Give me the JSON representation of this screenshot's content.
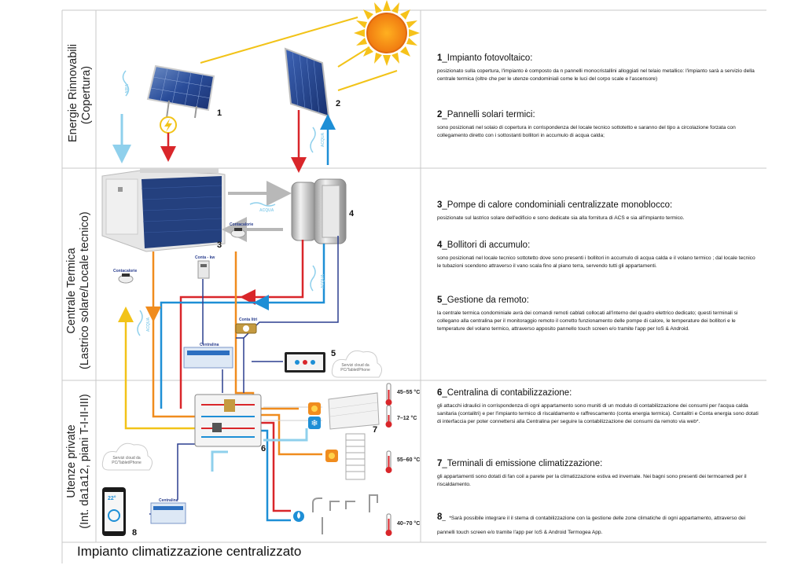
{
  "sections": {
    "roof": {
      "line1": "Energie Rinnovabili",
      "line2": "(Copertura)"
    },
    "plant": {
      "line1": "Centrale Termica",
      "line2": "(Lastrico solare/Locale tecnico)"
    },
    "users": {
      "line1": "Utenze private",
      "line2": "(Int. da1a12, piani T-I-II-III)"
    }
  },
  "numbers": [
    "1",
    "2",
    "3",
    "4",
    "5",
    "6",
    "7",
    "8"
  ],
  "labels": {
    "aria1": "ARIA",
    "acqua1": "ACQUA",
    "acqua2": "ACQUA",
    "acqua3": "ACQUA",
    "acqua4": "ACQUA",
    "contacalorie1": "Contacalorie",
    "contacalorie2": "Contacalorie",
    "conta_kw": "Conta - kw",
    "conta_litri": "Conta litri",
    "centralina1": "Centralina",
    "centralina2": "Centralina",
    "cloud1": "Servizi cloud da PC/Tablet/Phone",
    "cloud2": "Servizi cloud da PC/Tablet/Phone",
    "phone_value": "22°"
  },
  "temps": [
    "45–55 °C",
    "7–12 °C",
    "55–60 °C",
    "40–70 °C"
  ],
  "items": [
    {
      "num": "1",
      "title": "_Impianto fotovoltaico:",
      "text": "posizionato sulla copertura, l'impianto è composto da n pannelli  monocristallini alloggiati nel telaio metallico: l'impianto sarà a servizio della centrale termica (oltre che per le utenze condominiali come le luci del corpo scale e l'ascensore)"
    },
    {
      "num": "2",
      "title": "_Pannelli solari termici:",
      "text": "sono posizionati nel solaio di copertura in corrispondenza del locale tecnico sottotetto e saranno del tipo a circolazione forzata con collegamento diretto con i sottostanti bollitori in accumulo di acqua calda;"
    },
    {
      "num": "3",
      "title": "_Pompe di calore condominiali centralizzate monoblocco:",
      "text": "posizionate sul lastrico solare dell'edificio e sono dedicate sia alla fornitura di ACS e sia all'impianto termico."
    },
    {
      "num": "4",
      "title": "_Bollitori di accumulo:",
      "text": "sono posizionati nel locale tecnico sottotetto dove sono presenti i bollitori in accumulo di acqua calda  e il volano termico ; dal locale tecnico le tubazioni scendono attraverso il vano scala fino al piano terra, servendo tutti gli appartamenti."
    },
    {
      "num": "5",
      "title": "_Gestione da remoto:",
      "text": "la centrale termica condominiale avrà dei comandi remoti cablati collocati all'interno del quadro elettrico dedicato;  questi terminali si collegano alla centralina per il monitoraggio remoto il corretto funzionamento delle pompe di calore, le temperature dei bollitori e le temperature del volano termico, attraverso apposito pannello touch screen e/o tramite l'app per IoS & Android."
    },
    {
      "num": "6",
      "title": "_Centralina di contabilizzazione:",
      "text": "gli attacchi idraulici in corrispondenza di ogni appartamento sono muniti di un modulo di contabilizzazione dei consumi per l'acqua calda sanitaria (contalitri) e per l'impianto termico di riscaldamento e raffrescamento (conta energia termica).  Contalitri e Conta energia sono dotati di interfaccia  per poter connettersi alla Centralina per seguire la contabilizzazione dei consumi da remoto via web*."
    },
    {
      "num": "7",
      "title": "_Terminali di emissione climatizzazione:",
      "text": "gli appartamenti sono dotati di fan coil a parete per la climatizzazione estiva ed invernale. Nei bagni sono presenti dei termoarredi per il riscaldamento."
    },
    {
      "num": "8",
      "title": "_",
      "text": "*Sarà possibile integrare il il stema di contabilizzazione con la gestione delle zone climatiche di ogni appartamento, attraverso dei pannelli touch screen e/o tramite l'app per IoS & Android Termogea App."
    }
  ],
  "footer": {
    "title": "Impianto climatizzazione centralizzato"
  },
  "colors": {
    "hot": "#d9262a",
    "cold": "#1e8fd6",
    "orange": "#f08c1e",
    "yellow": "#f2c318",
    "navy": "#2b3f8f",
    "pale_blue": "#8fd0ec",
    "grey": "#b8b8b8",
    "line": "#9a9a9a"
  }
}
